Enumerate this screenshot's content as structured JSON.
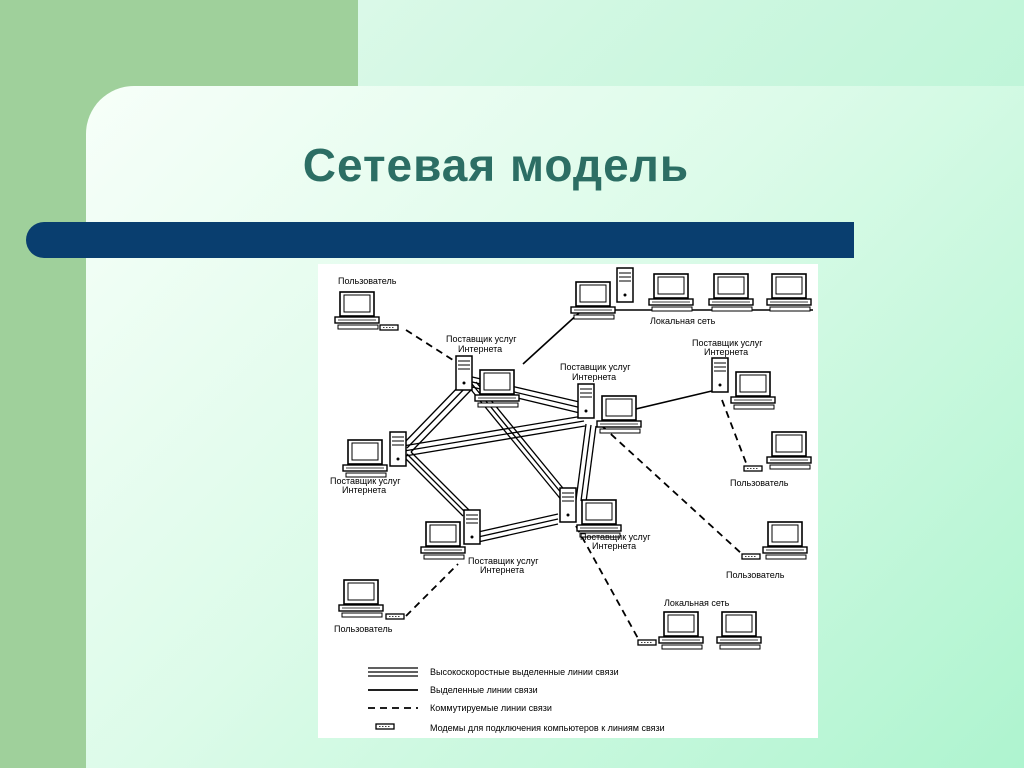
{
  "slide": {
    "title": "Сетевая модель"
  },
  "labels": {
    "user": "Пользователь",
    "isp_line1": "Поставщик услуг",
    "isp_line2": "Интернета",
    "lan": "Локальная сеть"
  },
  "legend": {
    "highspeed": "Высокоскоростные выделенные линии связи",
    "dedicated": "Выделенные линии связи",
    "dialup": "Коммутируемые линии связи",
    "modems": "Модемы для подключения компьютеров к линиям связи"
  },
  "colors": {
    "side_band": "#9fd09b",
    "title_text": "#2c6e64",
    "title_bar": "#093e6f"
  }
}
